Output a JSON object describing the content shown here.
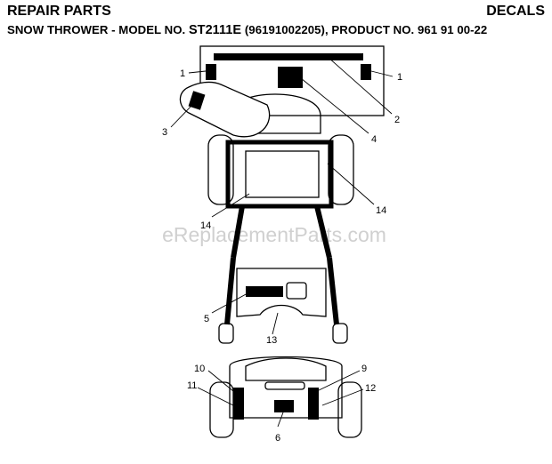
{
  "header": {
    "left_title": "REPAIR PARTS",
    "right_title": "DECALS",
    "subtitle_prefix": "SNOW THROWER - MODEL NO. ",
    "model_no": "ST2111E",
    "subtitle_suffix": " (96191002205), PRODUCT NO. 961 91 00-22"
  },
  "watermark": "eReplacementParts.com",
  "callouts": {
    "c1_left": "1",
    "c1_right": "1",
    "c2": "2",
    "c3": "3",
    "c4": "4",
    "c14_right": "14",
    "c14_left": "14",
    "c5": "5",
    "c13": "13",
    "c10": "10",
    "c9": "9",
    "c11": "11",
    "c12": "12",
    "c6": "6"
  }
}
